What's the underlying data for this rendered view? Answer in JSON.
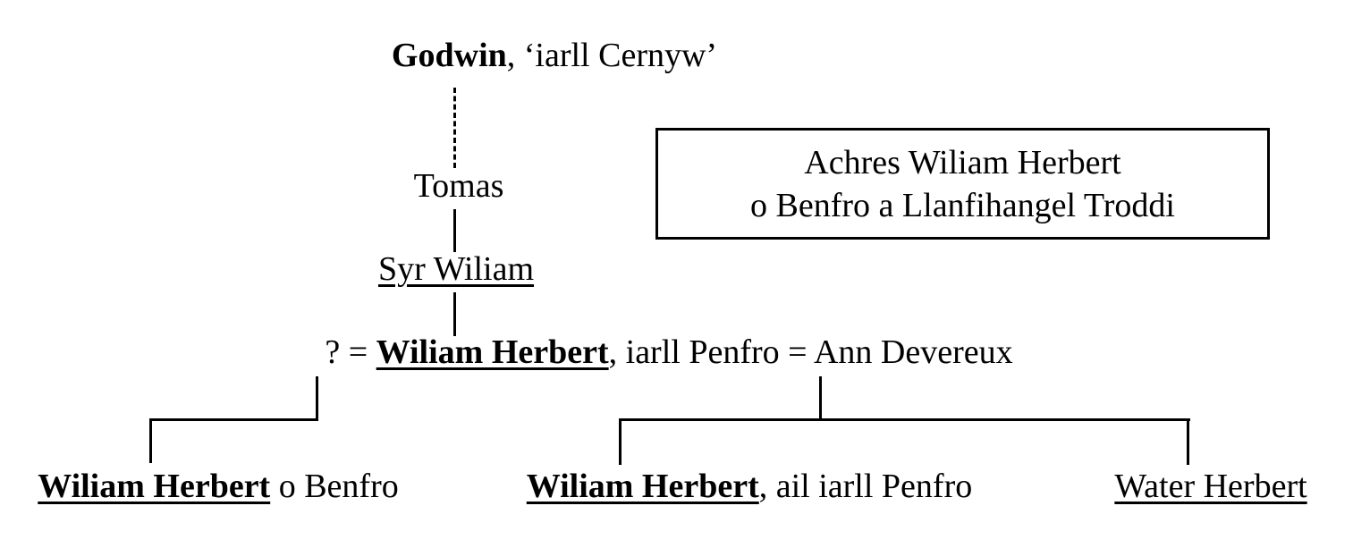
{
  "tree": {
    "godwin": {
      "name": "Godwin",
      "epithet": ", ‘iarll Cernyw’"
    },
    "tomas": {
      "name": "Tomas"
    },
    "syr_wiliam": {
      "name": "Syr Wiliam"
    },
    "marriage": {
      "unknown_spouse": "? = ",
      "name": "Wiliam Herbert",
      "title_and_second_marriage": ", iarll Penfro = ",
      "spouse2": "Ann Devereux"
    },
    "children": [
      {
        "name": "Wiliam Herbert",
        "suffix": " o Benfro"
      },
      {
        "name": "Wiliam Herbert",
        "suffix": ", ail iarll Penfro"
      },
      {
        "name": "Water Herbert",
        "suffix": ""
      }
    ]
  },
  "title_box": {
    "line1": "Achres Wiliam Herbert",
    "line2": "o Benfro a Llanfihangel Troddi"
  },
  "colors": {
    "text": "#000000",
    "line": "#000000",
    "background": "#ffffff"
  }
}
